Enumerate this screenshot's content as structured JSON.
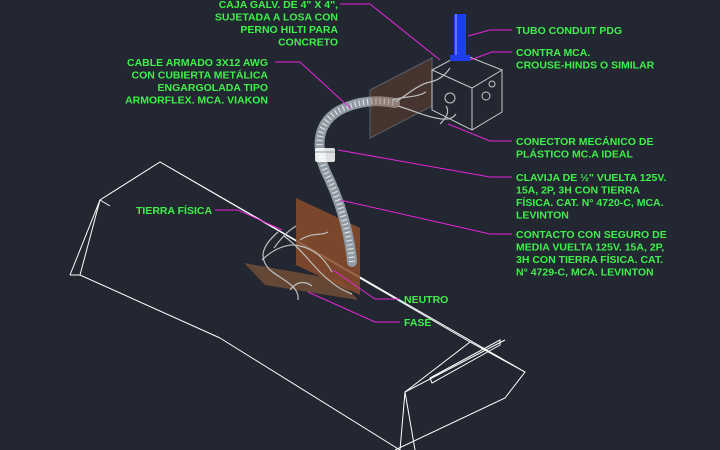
{
  "colors": {
    "background": "#222731",
    "text": "#3ff04a",
    "leader": "#e526d8",
    "linework": "#ffffff",
    "conduit": "#1f3df0",
    "cable": "#8f9aa3",
    "box_outline": "#c9c9c9",
    "plate_fill": "#8a4e2c",
    "base_fill": "#7b5335",
    "wire": "#bfbfbf"
  },
  "labels": {
    "caja": [
      "CAJA GALV. DE 4\" X 4\",",
      "SUJETADA A LOSA CON",
      "PERNO HILTI PARA",
      "CONCRETO"
    ],
    "tubo": [
      "TUBO CONDUIT PDG"
    ],
    "contra": [
      "CONTRA MCA.",
      "CROUSE-HINDS O SIMILAR"
    ],
    "cable": [
      "CABLE ARMADO 3X12 AWG",
      "CON CUBIERTA METÁLICA",
      "ENGARGOLADA TIPO",
      "ARMORFLEX. MCA. VIAKON"
    ],
    "conector": [
      "CONECTOR MECÁNICO DE",
      "PLÁSTICO MC.A IDEAL"
    ],
    "clavija": [
      "CLAVIJA DE ½\" VUELTA 125V.",
      "15A, 2P, 3H CON TIERRA",
      "FÍSICA. CAT. N° 4720-C, MCA.",
      "LEVINTON"
    ],
    "contacto": [
      "CONTACTO CON SEGURO DE",
      "MEDIA VUELTA 125V. 15A, 2P,",
      "3H CON TIERRA FÍSICA. CAT.",
      "N° 4729-C, MCA. LEVINTON"
    ],
    "tierra": [
      "TIERRA FÍSICA"
    ],
    "neutro": [
      "NEUTRO"
    ],
    "fase": [
      "FASE"
    ]
  }
}
